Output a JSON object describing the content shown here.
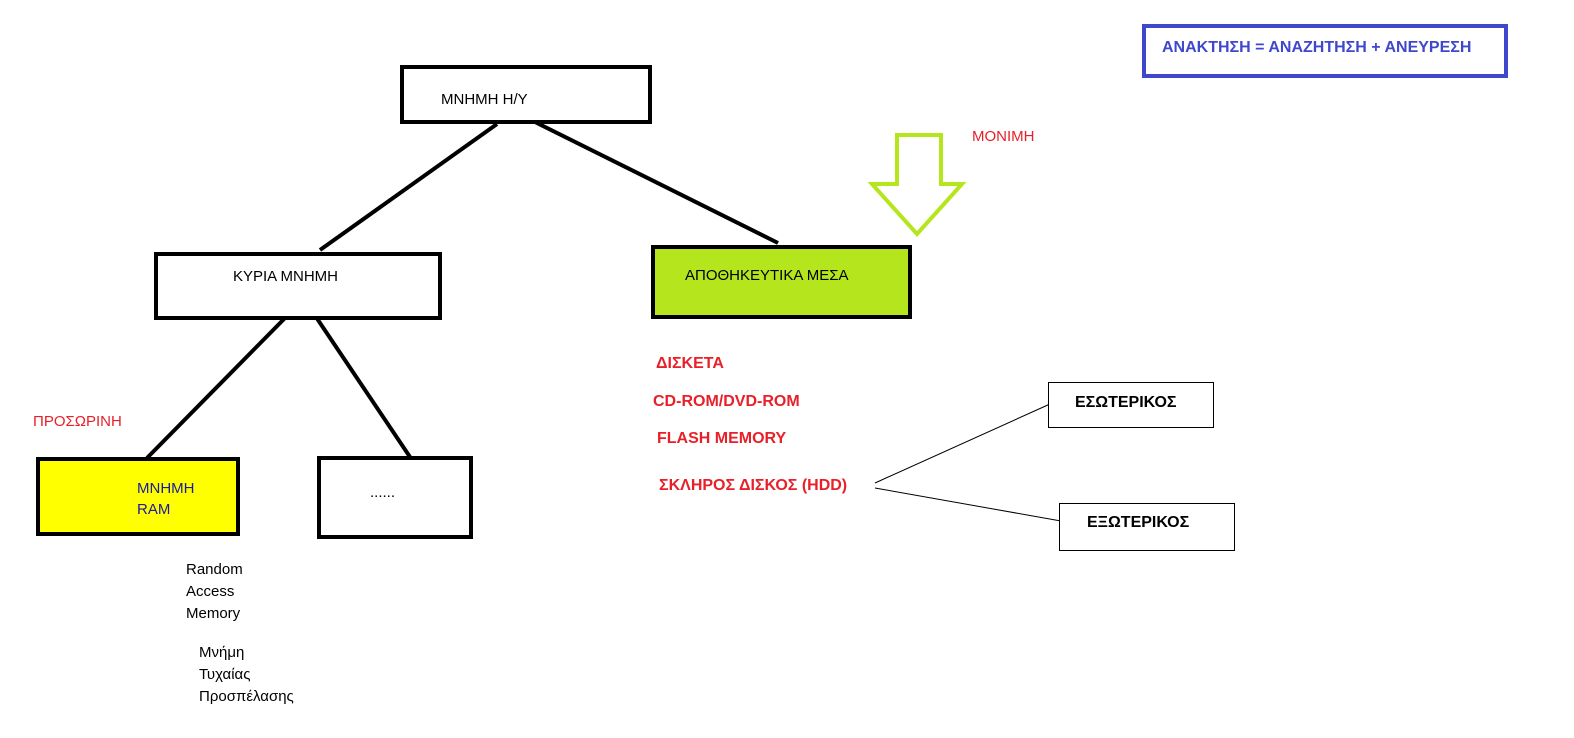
{
  "header_note": "ΑΝΑΚΤΗΣΗ = ΑΝΑΖΗΤΗΣΗ + ΑΝΕΥΡΕΣΗ",
  "root": "ΜΝΗΜΗ Η/Υ",
  "main_memory": "ΚΥΡΙΑ ΜΝΗΜΗ",
  "storage": "ΑΠΟΘΗΚΕΥΤΙΚΑ ΜΕΣΑ",
  "permanent_label": "ΜΟΝΙΜΗ",
  "temporary_label": "ΠΡΟΣΩΡΙΝΗ",
  "ram": {
    "line1": "ΜΝΗΜΗ",
    "line2": "RAM"
  },
  "other": "......",
  "ram_english": [
    "Random",
    "Access",
    "Memory"
  ],
  "ram_greek": [
    "Μνήμη",
    "Τυχαίας",
    "Προσπέλασης"
  ],
  "storage_media": [
    "ΔΙΣΚΕΤΑ",
    "CD-ROM/DVD-ROM",
    "FLASH MEMORY",
    "ΣΚΛΗΡΟΣ ΔΙΣΚΟΣ (HDD)"
  ],
  "hdd_types": {
    "internal": "ΕΣΩΤΕΡΙΚΟΣ",
    "external": "ΕΞΩΤΕΡΙΚΟΣ"
  },
  "colors": {
    "ram_fill": "#ffff00",
    "storage_fill": "#b5e61d",
    "arrow": "#b5e61d",
    "note_border": "#3f48cc",
    "label_red": "#e8202a"
  }
}
